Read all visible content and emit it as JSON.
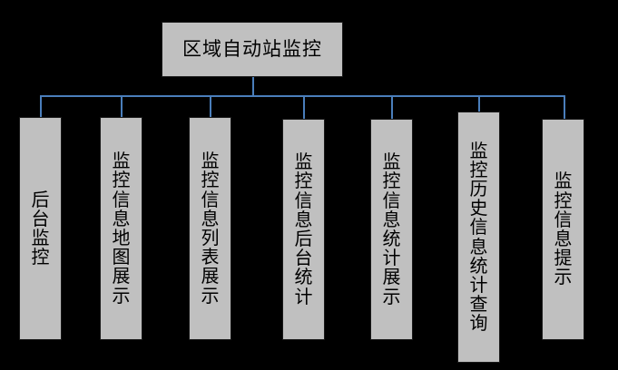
{
  "diagram": {
    "title": "区域自动站监控",
    "type": "hierarchy-tree",
    "background_color": "#000000",
    "node_fill_color": "#c0c0c0",
    "node_border_color": "#1a1a1a",
    "connector_color": "#4a7ebb",
    "root": {
      "label": "区域自动站监控",
      "name": "root-node"
    },
    "children": [
      {
        "label": "后台监控",
        "name": "node-backend-monitoring"
      },
      {
        "label": "监控信息地图展示",
        "name": "node-monitoring-info-map-display"
      },
      {
        "label": "监控信息列表展示",
        "name": "node-monitoring-info-list-display"
      },
      {
        "label": "监控信息后台统计",
        "name": "node-monitoring-info-backend-statistics"
      },
      {
        "label": "监控信息统计展示",
        "name": "node-monitoring-info-statistics-display"
      },
      {
        "label": "监控历史信息统计查询",
        "name": "node-monitoring-history-info-statistics-query"
      },
      {
        "label": "监控信息提示",
        "name": "node-monitoring-info-alert"
      }
    ]
  }
}
